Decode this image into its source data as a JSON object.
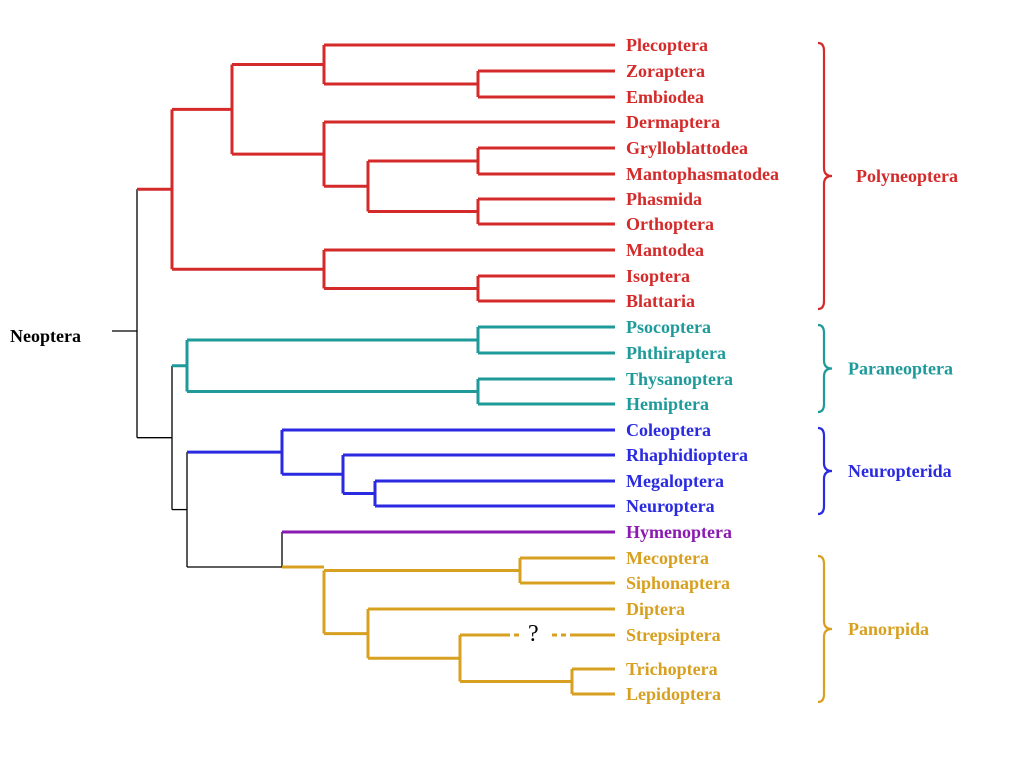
{
  "root_label": "Neoptera",
  "uncertain_mark": "?",
  "colors": {
    "polyneoptera": "#d42a2a",
    "paraneoptera": "#1e9a9a",
    "neuropterida": "#2a2ae0",
    "hymenoptera": "#8a1ab0",
    "panorpida": "#d8a020",
    "backbone": "#000000"
  },
  "taxa": [
    {
      "name": "Plecoptera",
      "clade": "polyneoptera"
    },
    {
      "name": "Zoraptera",
      "clade": "polyneoptera"
    },
    {
      "name": "Embiodea",
      "clade": "polyneoptera"
    },
    {
      "name": "Dermaptera",
      "clade": "polyneoptera"
    },
    {
      "name": "Grylloblattodea",
      "clade": "polyneoptera"
    },
    {
      "name": "Mantophasmatodea",
      "clade": "polyneoptera"
    },
    {
      "name": "Phasmida",
      "clade": "polyneoptera"
    },
    {
      "name": "Orthoptera",
      "clade": "polyneoptera"
    },
    {
      "name": "Mantodea",
      "clade": "polyneoptera"
    },
    {
      "name": "Isoptera",
      "clade": "polyneoptera"
    },
    {
      "name": "Blattaria",
      "clade": "polyneoptera"
    },
    {
      "name": "Psocoptera",
      "clade": "paraneoptera"
    },
    {
      "name": "Phthiraptera",
      "clade": "paraneoptera"
    },
    {
      "name": "Thysanoptera",
      "clade": "paraneoptera"
    },
    {
      "name": "Hemiptera",
      "clade": "paraneoptera"
    },
    {
      "name": "Coleoptera",
      "clade": "neuropterida"
    },
    {
      "name": "Rhaphidioptera",
      "clade": "neuropterida"
    },
    {
      "name": "Megaloptera",
      "clade": "neuropterida"
    },
    {
      "name": "Neuroptera",
      "clade": "neuropterida"
    },
    {
      "name": "Hymenoptera",
      "clade": "hymenoptera"
    },
    {
      "name": "Mecoptera",
      "clade": "panorpida"
    },
    {
      "name": "Siphonaptera",
      "clade": "panorpida"
    },
    {
      "name": "Diptera",
      "clade": "panorpida"
    },
    {
      "name": "Strepsiptera",
      "clade": "panorpida"
    },
    {
      "name": "Trichoptera",
      "clade": "panorpida"
    },
    {
      "name": "Lepidoptera",
      "clade": "panorpida"
    }
  ],
  "groups": [
    {
      "label": "Polyneoptera",
      "clade": "polyneoptera",
      "from": "Plecoptera",
      "to": "Blattaria"
    },
    {
      "label": "Paraneoptera",
      "clade": "paraneoptera",
      "from": "Psocoptera",
      "to": "Hemiptera"
    },
    {
      "label": "Neuropterida",
      "clade": "neuropterida",
      "from": "Coleoptera",
      "to": "Neuroptera"
    },
    {
      "label": "Panorpida",
      "clade": "panorpida",
      "from": "Mecoptera",
      "to": "Lepidoptera"
    }
  ]
}
